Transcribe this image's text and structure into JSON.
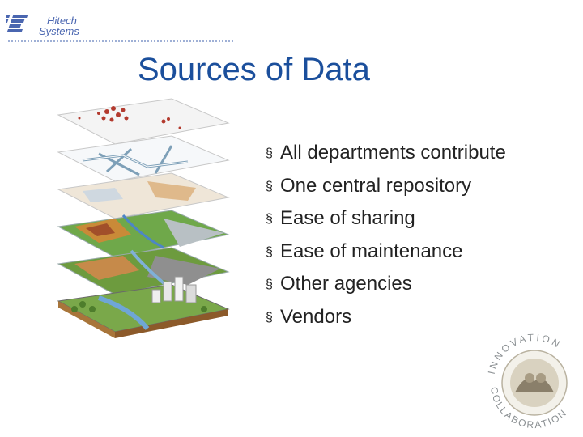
{
  "logo": {
    "line1": "Hitech",
    "line2": "Systems"
  },
  "slide": {
    "title": "Sources of Data",
    "bullet_marker": "§",
    "bullets": [
      "All departments contribute",
      "One central repository",
      "Ease of sharing",
      "Ease of maintenance",
      "Other agencies",
      "Vendors"
    ]
  },
  "seal": {
    "top_text": "INNOVATION",
    "bottom_text": "COLLABORATION"
  },
  "colors": {
    "title": "#1b4f9c",
    "body_text": "#222222",
    "logo": "#4a66b0"
  }
}
